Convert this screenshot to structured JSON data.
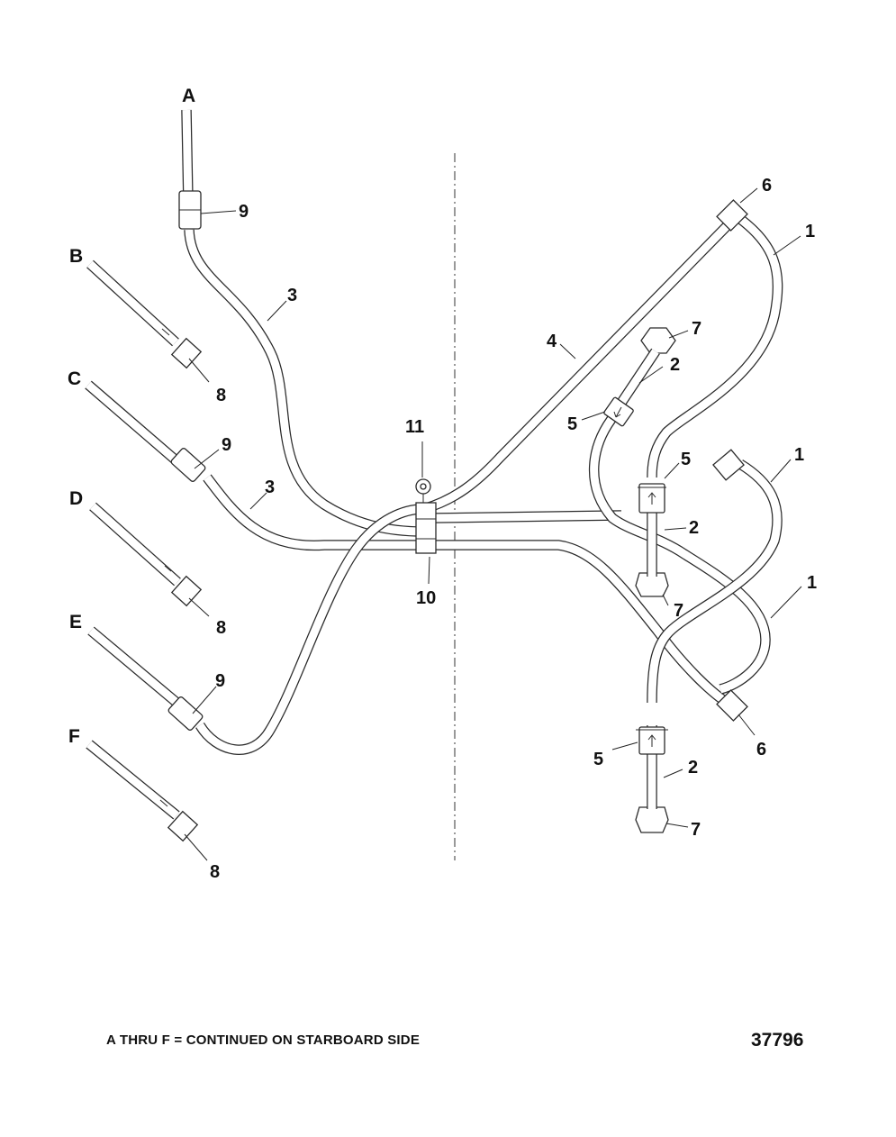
{
  "diagram": {
    "end_labels": {
      "a": "A",
      "b": "B",
      "c": "C",
      "d": "D",
      "e": "E",
      "f": "F"
    },
    "callouts": {
      "c1_top": "1",
      "c1_mid": "1",
      "c1_low": "1",
      "c2_upper": "2",
      "c2_mid": "2",
      "c2_lower": "2",
      "c3_upper": "3",
      "c3_lower": "3",
      "c4": "4",
      "c5_upper": "5",
      "c5_mid": "5",
      "c5_lower": "5",
      "c6_top": "6",
      "c6_bottom": "6",
      "c7_upper": "7",
      "c7_mid": "7",
      "c7_lower": "7",
      "c8_b": "8",
      "c8_d": "8",
      "c8_f": "8",
      "c9_a": "9",
      "c9_c": "9",
      "c9_e": "9",
      "c10": "10",
      "c11": "11"
    }
  },
  "footer": {
    "note": "A THRU F = CONTINUED ON STARBOARD SIDE",
    "figure_number": "37796"
  }
}
